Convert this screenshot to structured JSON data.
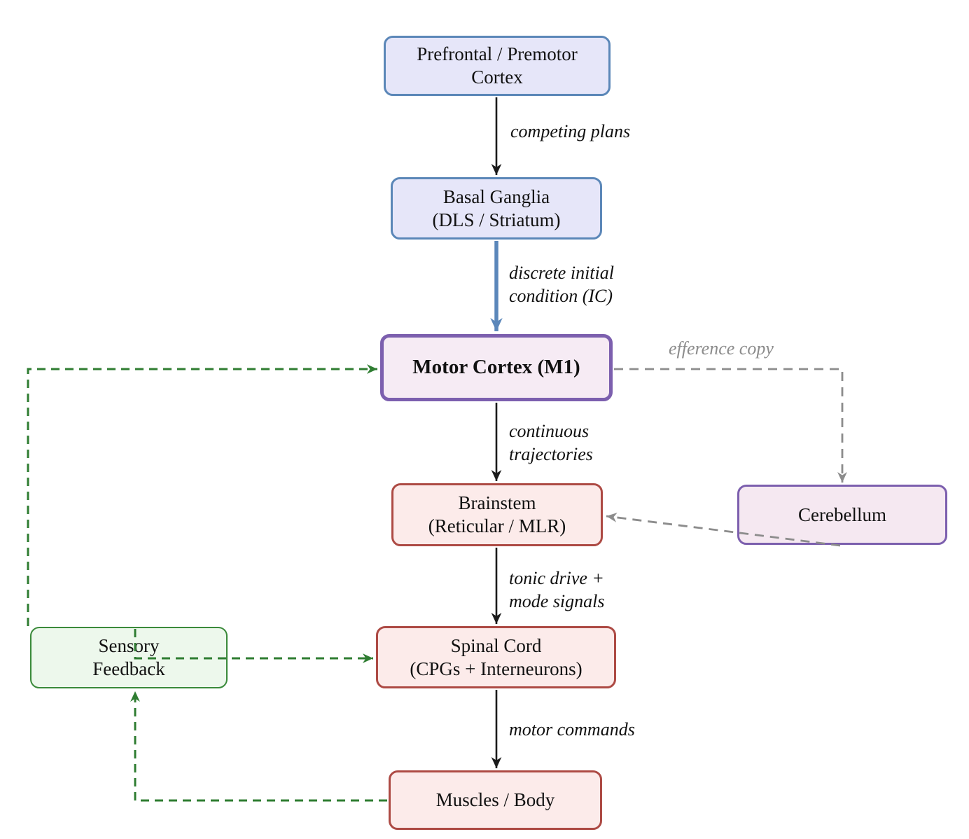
{
  "diagram_title": "motor-control-hierarchy-flowchart",
  "colors": {
    "box_blue_border": "#5b87b8",
    "box_blue_fill": "#e6e6f9",
    "box_purple_border": "#7c5fae",
    "box_purple_fill_m1": "#f6ebf4",
    "box_purple_fill_cerebellum": "#f5e8f1",
    "box_red_border": "#ad4a44",
    "box_red_fill": "#fcebea",
    "box_green_border": "#3a8a3a",
    "box_green_fill": "#edf8ec",
    "arrow_black": "#1a1a1a",
    "arrow_blue": "#5b87ba",
    "arrow_gray": "#8c8c8c",
    "arrow_green": "#2f7d32",
    "label_gray": "#8c8c8c",
    "background": "#ffffff"
  },
  "nodes": {
    "prefrontal": {
      "line1": "Prefrontal / Premotor",
      "line2": "Cortex"
    },
    "basal": {
      "line1": "Basal Ganglia",
      "line2": "(DLS / Striatum)"
    },
    "m1": {
      "line1": "Motor Cortex (M1)"
    },
    "cerebellum": {
      "line1": "Cerebellum"
    },
    "brainstem": {
      "line1": "Brainstem",
      "line2": "(Reticular / MLR)"
    },
    "spinal": {
      "line1": "Spinal Cord",
      "line2": "(CPGs + Interneurons)"
    },
    "muscles": {
      "line1": "Muscles / Body"
    },
    "sensory": {
      "line1": "Sensory",
      "line2": "Feedback"
    }
  },
  "edge_labels": {
    "competing": {
      "line1": "competing plans"
    },
    "discrete": {
      "line1": "discrete initial",
      "line2": "condition (IC)"
    },
    "efference": {
      "line1": "efference copy"
    },
    "continuous": {
      "line1": "continuous",
      "line2": "trajectories"
    },
    "tonic": {
      "line1": "tonic drive +",
      "line2": "mode signals"
    },
    "motor_commands": {
      "line1": "motor commands"
    }
  }
}
